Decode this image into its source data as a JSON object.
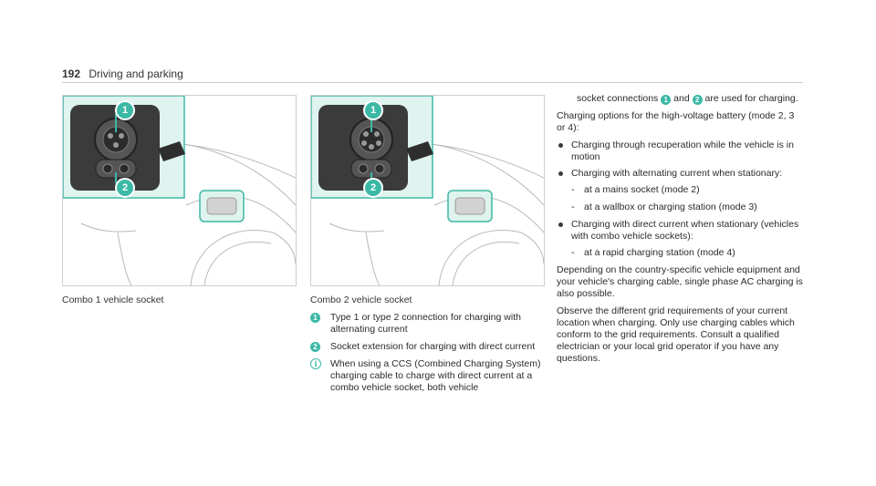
{
  "header": {
    "page_number": "192",
    "section": "Driving and parking"
  },
  "figure1": {
    "caption": "Combo 1 vehicle socket",
    "marker1": "1",
    "marker2": "2"
  },
  "figure2": {
    "caption": "Combo 2 vehicle socket",
    "marker1": "1",
    "marker2": "2"
  },
  "legend": {
    "items": [
      {
        "num": "1",
        "text": "Type 1 or type 2 connection for charging with alternating current"
      },
      {
        "num": "2",
        "text": "Socket extension for charging with direct current"
      }
    ],
    "info_icon": "info-icon",
    "info_text": "When using a CCS (Combined Charging System) charging cable to charge with direct current at a combo vehicle socket, both vehicle"
  },
  "col3": {
    "cont_a": "socket connections",
    "cont_n1": "1",
    "cont_b": "and",
    "cont_n2": "2",
    "cont_c": "are used for charging.",
    "options_intro": "Charging options for the high-voltage battery (mode 2, 3 or 4):",
    "bullet1": "Charging through recuperation while the vehicle is in motion",
    "bullet2": "Charging with alternating current when stationary:",
    "dash1": "at a mains socket (mode 2)",
    "dash2": "at a wallbox or charging station (mode 3)",
    "bullet3": "Charging with direct current when stationary (vehicles with combo vehicle sockets):",
    "dash3": "at a rapid charging station (mode 4)",
    "para1": "Depending on the country-specific vehicle equipment and your vehicle's charging cable, single phase AC charging is also possible.",
    "para2": "Observe the different grid requirements of your current location when charging. Only use charging cables which conform to the grid requirements. Consult a qualified electrician or your local grid operator if you have any questions."
  },
  "colors": {
    "accent": "#3cb9a6",
    "panel": "#dff3ef"
  }
}
